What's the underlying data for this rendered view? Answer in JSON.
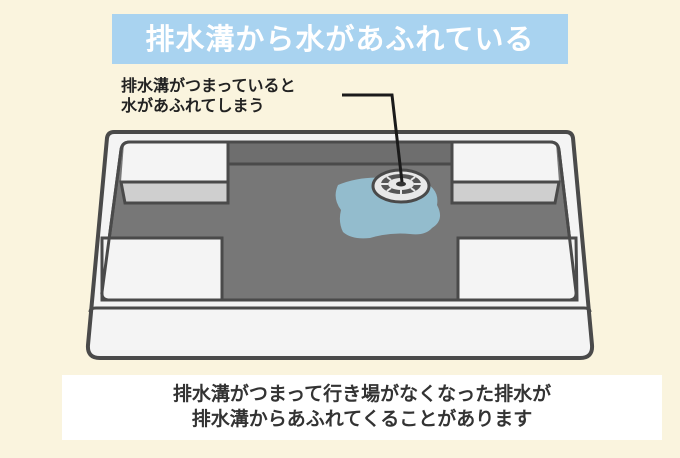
{
  "title": "排水溝から水があふれている",
  "callout": {
    "line1": "排水溝がつまっていると",
    "line2": "水があふれてしまう"
  },
  "caption": {
    "line1": "排水溝がつまって行き場がなくなった排水が",
    "line2": "排水溝からあふれてくることがあります"
  },
  "colors": {
    "background": "#FAF4DE",
    "title_bg": "#A9D3F0",
    "tray_floor": "#777777",
    "tray_outline": "#4A4A4A",
    "water": "#93BCCD"
  }
}
